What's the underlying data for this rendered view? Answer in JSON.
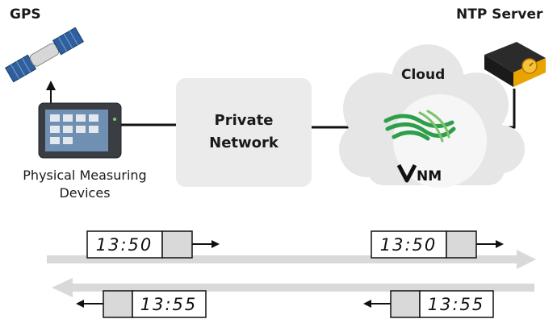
{
  "labels": {
    "gps": "GPS",
    "ntp_server": "NTP Server",
    "cloud": "Cloud",
    "private_network_line1": "Private",
    "private_network_line2": "Network",
    "devices_line1": "Physical Measuring",
    "devices_line2": "Devices",
    "vnm_logo": "VNM"
  },
  "timestamps": {
    "top_left": "13:50",
    "top_right": "13:50",
    "bottom_left": "13:55",
    "bottom_right": "13:55"
  },
  "colors": {
    "network_box": "#ebebeb",
    "arrow_band": "#d9d9d9",
    "cloud": "#e6e6e6",
    "gold": "#e8a400",
    "logo_green": "#2e9e4a"
  },
  "icons": {
    "satellite": "satellite-icon",
    "device": "measuring-device-icon",
    "ntp": "ntp-server-icon",
    "cloud": "cloud-icon",
    "vnm": "vnm-logo"
  }
}
